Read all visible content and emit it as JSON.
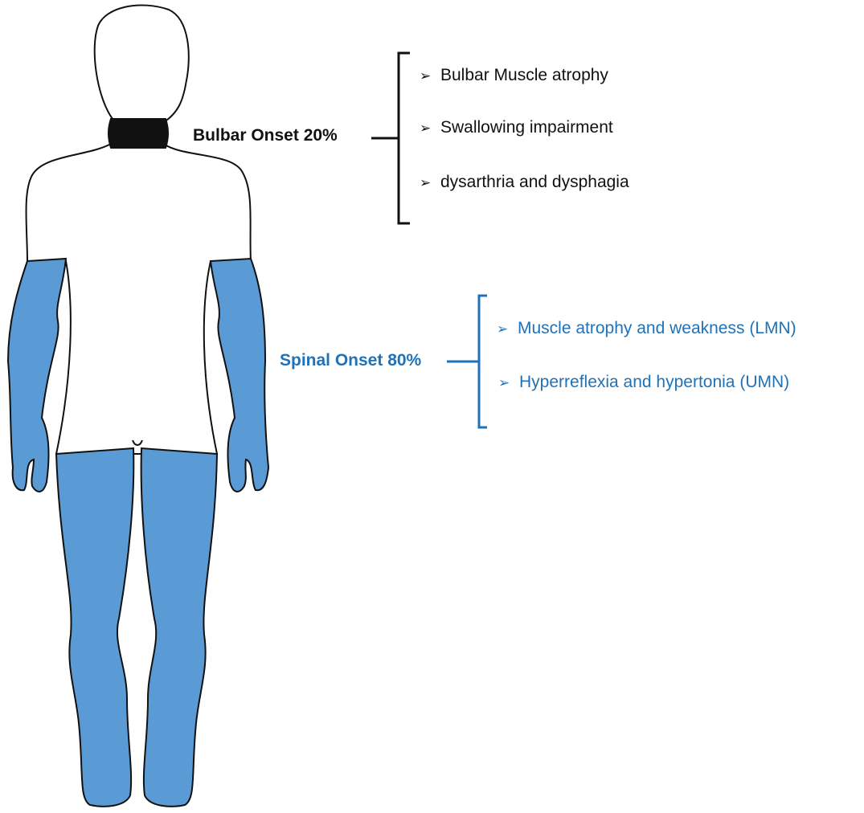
{
  "colors": {
    "spinal_blue": "#1f72b8",
    "limb_fill": "#5b9bd5",
    "outline": "#111111",
    "neck_band": "#111111"
  },
  "bulbar": {
    "title": "Bulbar Onset 20%",
    "bullet_icon": "arrowhead-bullet",
    "items": [
      "Bulbar Muscle atrophy",
      "Swallowing impairment",
      "dysarthria and dysphagia"
    ]
  },
  "spinal": {
    "title": "Spinal Onset 80%",
    "bullet_icon": "arrowhead-bullet",
    "items": [
      "Muscle atrophy and weakness (LMN)",
      "Hyperreflexia and hypertonia (UMN)"
    ]
  }
}
